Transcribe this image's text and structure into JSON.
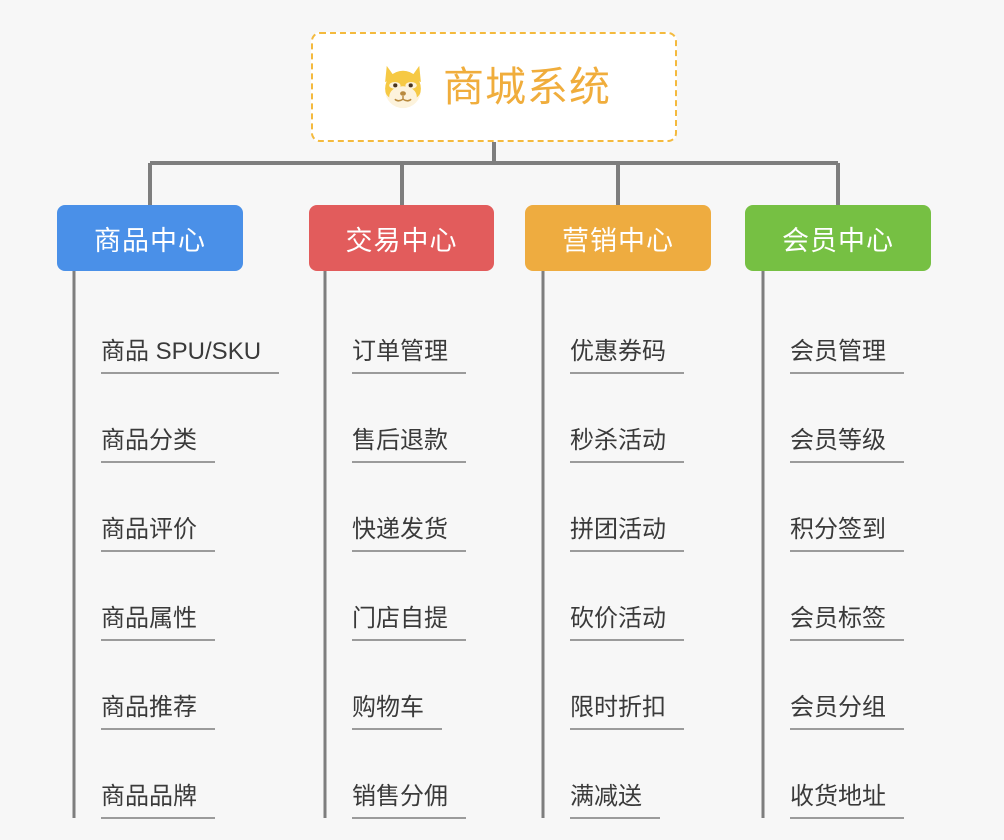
{
  "diagram": {
    "title": "商城系统",
    "root": {
      "label": "商城系统",
      "icon": "shiba-dog-face-icon",
      "border_color": "#f4ba3e",
      "text_color": "#f0ad3c",
      "background": "#ffffff"
    },
    "background_color": "#f7f7f7",
    "connector_color": "#7e7e7e",
    "leaf_text_color": "#3a3a3a",
    "leaf_rule_color": "#9b9b9b",
    "branches": [
      {
        "label": "商品中心",
        "color": "#4a90e8",
        "leaves": [
          "商品 SPU/SKU",
          "商品分类",
          "商品评价",
          "商品属性",
          "商品推荐",
          "商品品牌"
        ]
      },
      {
        "label": "交易中心",
        "color": "#e25c5c",
        "leaves": [
          "订单管理",
          "售后退款",
          "快递发货",
          "门店自提",
          "购物车",
          "销售分佣"
        ]
      },
      {
        "label": "营销中心",
        "color": "#eeac40",
        "leaves": [
          "优惠券码",
          "秒杀活动",
          "拼团活动",
          "砍价活动",
          "限时折扣",
          "满减送"
        ]
      },
      {
        "label": "会员中心",
        "color": "#76c043",
        "leaves": [
          "会员管理",
          "会员等级",
          "积分签到",
          "会员标签",
          "会员分组",
          "收货地址"
        ]
      }
    ]
  }
}
